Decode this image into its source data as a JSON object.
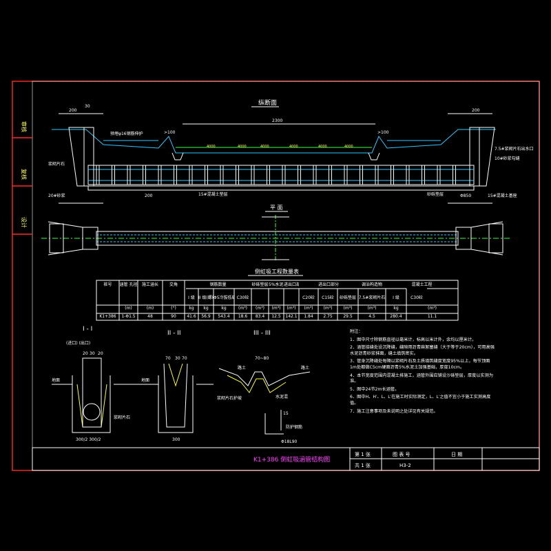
{
  "drawing": {
    "side_labels": [
      "审核",
      "复核",
      "设计"
    ],
    "sections": {
      "longitudinal_title": "纵断面",
      "plan_title": "平 面",
      "section_1": "I - I",
      "section_2": "II - II",
      "section_3": "III - III",
      "section_1_sub": "(进口)          (出口)"
    },
    "elevation_labels": {
      "pipe_length": "2300",
      "gt100_left": ">100",
      "gt100_right": ">100",
      "anchor": "预埋φ16钢筋伸护",
      "left_wall": "浆砌片石",
      "left_base": "20#砂浆",
      "bottom_left": "15#混凝土垫层",
      "bottom_right": "砂砾垫层",
      "bottom_right2": "15#混凝土基座",
      "right_top": "7.5#浆砌片石出水口",
      "right_mid": "10#砂浆勾缝",
      "dim_200_top": "200",
      "dim_200_bottom": "200",
      "dim_30": "30",
      "dim_850": "Φ850",
      "elev_marks": [
        "4000",
        "4000",
        "4000",
        "4000",
        "4000",
        "4000"
      ]
    },
    "table": {
      "title": "倒虹吸工程数量表",
      "headers_row1": [
        "桩号",
        "涵管  孔径",
        "施工涵长",
        "交角",
        "钢筋数量",
        "",
        "",
        "C15混凝土",
        "砂砾垫层",
        "5%水泥土",
        "进出口部分",
        "",
        "",
        "调治构造物",
        "混凝土工程",
        ""
      ],
      "sub_headers": [
        "I 级",
        "II 级(螺纹)",
        "Φ5冷拔低碳钢丝",
        "C30砼",
        "C15砼",
        "砂砾垫层",
        "C20砼",
        "7.5#浆砌片石",
        "I 级",
        "C30砼"
      ],
      "unit_row": [
        "(m)",
        "(m)",
        "(°)",
        "kg",
        "kg",
        "kg",
        "(m³)",
        "(m³)",
        "(m³)",
        "(m³)",
        "(m³)",
        "(m³)",
        "(m³)",
        "(m³)",
        "kg",
        "(m³)"
      ],
      "data_row": [
        "K1+386",
        "1-Φ1.5",
        "48",
        "90",
        "41.6",
        "56.9",
        "543.4",
        "18.6",
        "83.4",
        "12.5",
        "142.1",
        "1.84",
        "2.75",
        "29.5",
        "4.5",
        "280.4",
        "11.1"
      ]
    },
    "notes": {
      "heading": "附注：",
      "items": [
        "1．图中尺寸除钢筋直径以毫米计，标高以米计外，余均以厘米计。",
        "2．涵管接缝处设沉降缝，缝隙用沥青麻絮塞缝（大于等于20cm），可用高强水泥沥青砂浆抹面，缝土填筑密实。",
        "3．管身沉降缝处每隔以浆砌片石及土质填筑缝度宽度95%以上，每节顶面1m处都做C5cm硬面沥青5%水泥土加强基础，厚度10cm。",
        "4．本节宽度范围内混凝土排施工，涵管外围应铺设沙砾垫层，厚度以实测为准。",
        "5．图中24节2m长涵管。",
        "6．图中H、H′、L、L′在施工时实际测定，L、L′之值不宜小于施工实测高度值。",
        "7．施工注意事项及未说明之处详见有关规范。"
      ]
    },
    "section_labels": {
      "s1_dims": [
        "20",
        "30",
        "20"
      ],
      "s1_bottom": "300/2 300/2",
      "s1_soil": "地面",
      "s1_right": "浆砌片石",
      "s2_dims": [
        "70",
        "30",
        "70"
      ],
      "s2_bottom": "300",
      "s2_soil": "地面",
      "s3_top": "70~80",
      "s3_left": "路土",
      "s3_right": "路土",
      "s3_mid": "浆砌片石护坡",
      "s3_bottom": "水泥混",
      "s3_detail_dim": "15",
      "s3_detail_label": "防护钢筋",
      "s3_detail_label2": "Φ18L90"
    },
    "title_block": {
      "title": "K1+386 倒虹吸涵管结构图",
      "sheet": "第 1 张",
      "total": "共 1 张",
      "fig_no_label": "图 表 号",
      "fig_no": "H3-2",
      "date_label": "日 期"
    }
  }
}
